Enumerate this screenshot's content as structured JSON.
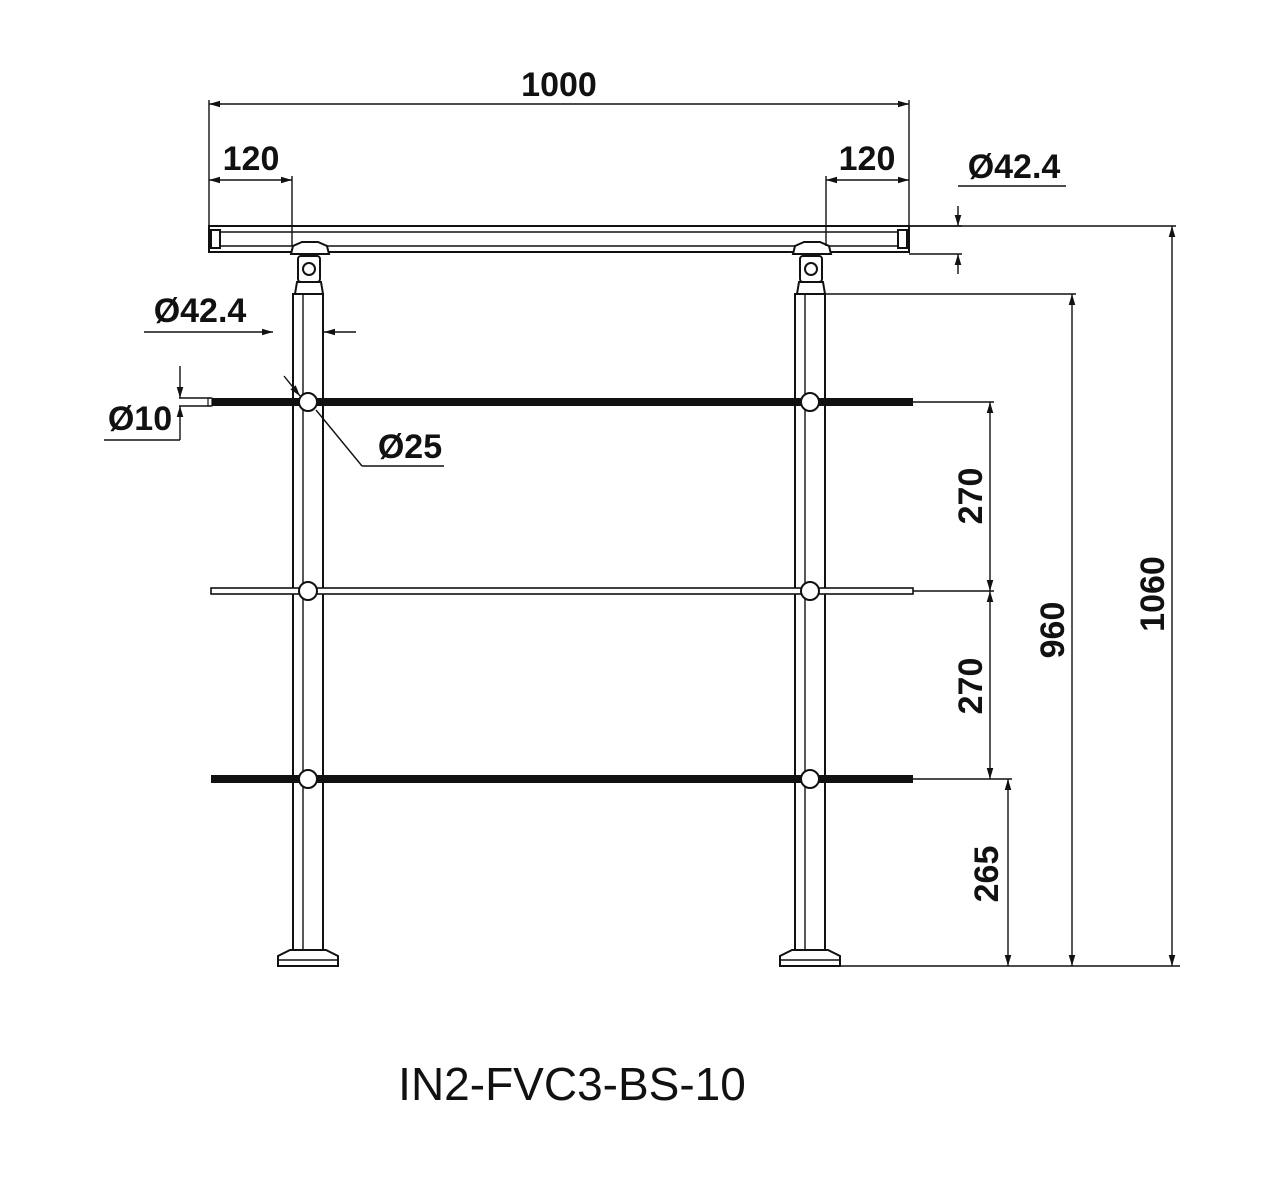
{
  "drawing": {
    "model_code": "IN2-FVC3-BS-10",
    "dimensions": {
      "overall_width": "1000",
      "left_offset": "120",
      "right_offset": "120",
      "handrail_diameter": "Ø42.4",
      "post_diameter": "Ø42.4",
      "rod_diameter": "Ø10",
      "rod_holder_diameter": "Ø25",
      "rod_spacing_upper": "270",
      "rod_spacing_middle": "270",
      "bottom_rod_height": "265",
      "post_height": "960",
      "overall_height": "1060"
    }
  },
  "colors": {
    "line": "#111111",
    "background": "#ffffff"
  }
}
